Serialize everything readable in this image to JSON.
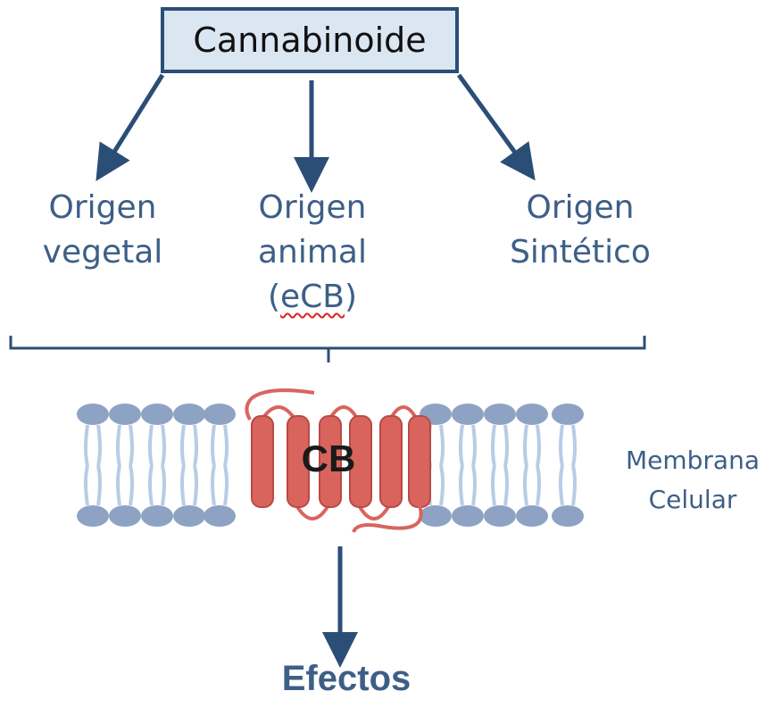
{
  "root": {
    "label": "Cannabinoide"
  },
  "origins": [
    {
      "line1": "Origen",
      "line2": "vegetal",
      "line3": ""
    },
    {
      "line1": "Origen",
      "line2": "animal",
      "line3_open": "(",
      "line3_abbr": "eCB",
      "line3_close": ")"
    },
    {
      "line1": "Origen",
      "line2": "Sintético",
      "line3": ""
    }
  ],
  "receptor": {
    "label": "CB"
  },
  "membrane": {
    "line1": "Membrana",
    "line2": "Celular"
  },
  "result": {
    "label": "Efectos"
  },
  "colors": {
    "arrow": "#2b4e77",
    "box_fill": "#dbe6f3",
    "text_blue": "#3d5f87",
    "lipid_head": "#8ea3c4",
    "lipid_tail": "#b8cce6",
    "receptor": "#d9645e",
    "receptor_dark": "#b84a45"
  }
}
